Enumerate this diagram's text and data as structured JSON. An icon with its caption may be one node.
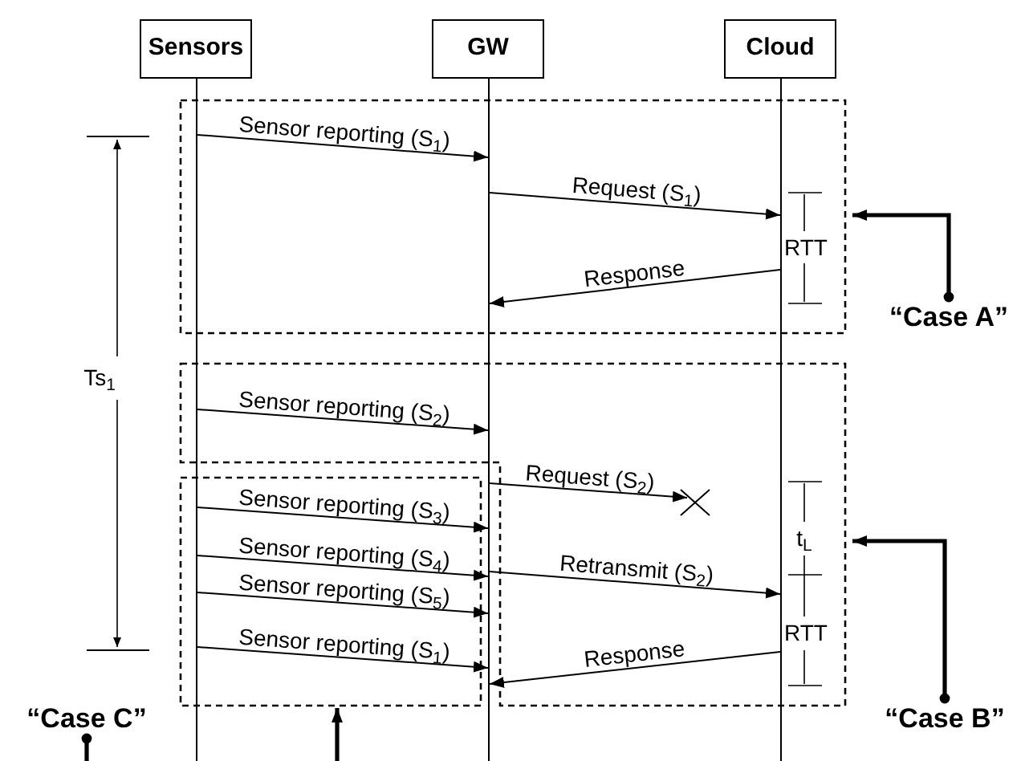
{
  "diagram": {
    "nodes": [
      {
        "text": [
          "Sensors"
        ]
      },
      {
        "text": [
          "GW"
        ]
      },
      {
        "text": [
          "Cloud"
        ]
      },
      {
        "text": [],
        "shape": "line"
      },
      {
        "text": [],
        "shape": "line"
      },
      {
        "text": [],
        "shape": "line"
      },
      {
        "text": [
          "“Case A”"
        ]
      },
      {
        "text": [
          "“Case B”"
        ]
      },
      {
        "text": [
          "“Case C”"
        ]
      }
    ],
    "edges": [
      {
        "from": 3,
        "to": 4,
        "arrow": "to",
        "label": "Sensor reporting (S$_{1}$)"
      },
      {
        "from": 4,
        "to": 5,
        "arrow": "to",
        "label": "Request (S$_{1}$)"
      },
      {
        "from": 5,
        "to": 4,
        "arrow": "to",
        "label": "Response"
      },
      {
        "from": 3,
        "to": 4,
        "arrow": "to",
        "label": "Sensor reporting (S$_{2}$)"
      },
      {
        "from": 4,
        "to": null,
        "arrow": "to",
        "label": "Request (S$_{2}$)"
      },
      {
        "from": 3,
        "to": 4,
        "arrow": "to",
        "label": "Sensor reporting (S$_{3}$)"
      },
      {
        "from": 3,
        "to": 4,
        "arrow": "to",
        "label": "Sensor reporting (S$_{4}$)"
      },
      {
        "from": 4,
        "to": 5,
        "arrow": "to",
        "label": "Retransmit (S$_{2}$)"
      },
      {
        "from": 3,
        "to": 4,
        "arrow": "to",
        "label": "Sensor reporting (S$_{5}$)"
      },
      {
        "from": 3,
        "to": 4,
        "arrow": "to",
        "label": "Sensor reporting (S$_{1}$)"
      },
      {
        "from": 5,
        "to": 4,
        "arrow": "to",
        "label": "Response"
      },
      {
        "from": 6,
        "to": null,
        "arrow": "to",
        "style": "thick"
      },
      {
        "from": 7,
        "to": null,
        "arrow": "to",
        "style": "thick"
      },
      {
        "from": 8,
        "to": null,
        "arrow": "to",
        "style": "thick"
      }
    ],
    "labels": [
      "Ts$_{1}$",
      "RTT",
      "t$_{L}$",
      "RTT"
    ]
  }
}
